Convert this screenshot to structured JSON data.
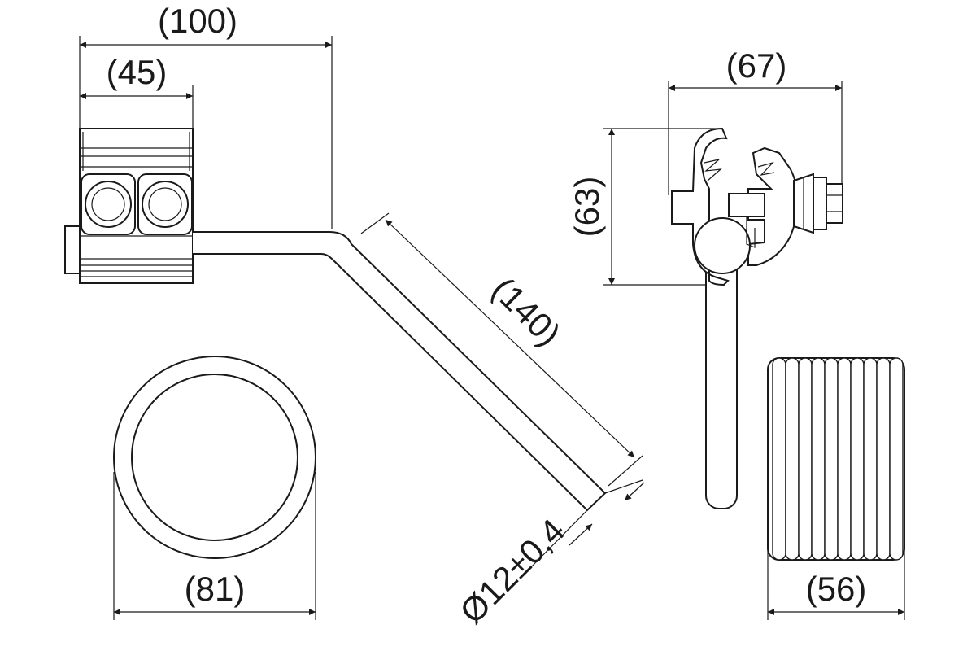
{
  "drawing": {
    "dimensions": {
      "overall_length": "(100)",
      "clamp_width": "(45)",
      "arm_length": "(140)",
      "rod_diameter": "Ø12±0,4",
      "side_width": "(67)",
      "side_height": "(63)",
      "ring_diameter": "(81)",
      "coil_width": "(56)"
    },
    "colors": {
      "line": "#1a1a1a",
      "background": "#ffffff"
    }
  }
}
